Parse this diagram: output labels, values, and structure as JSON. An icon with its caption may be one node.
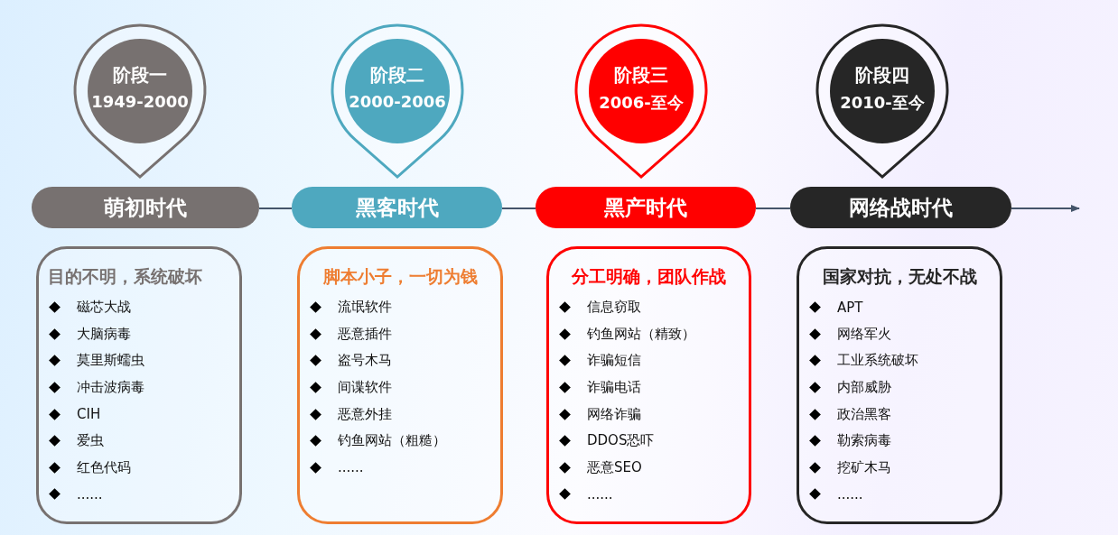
{
  "diagram": {
    "nodes": [
      {
        "text": [
          "阶段一",
          "1949-2000"
        ]
      },
      {
        "text": [
          "阶段二",
          "2000-2006"
        ]
      },
      {
        "text": [
          "阶段三",
          "2006-至今"
        ]
      },
      {
        "text": [
          "阶段四",
          "2010-至今"
        ]
      },
      {
        "text": [
          "萌初时代"
        ]
      },
      {
        "text": [
          "黑客时代"
        ]
      },
      {
        "text": [
          "黑产时代"
        ]
      },
      {
        "text": [
          "网络战时代"
        ]
      },
      {
        "text": [
          "目的不明，系统破坏",
          "磁芯大战",
          "大脑病毒",
          "莫里斯蠕虫",
          "冲击波病毒",
          "CIH",
          "爱虫",
          "红色代码",
          "......"
        ]
      },
      {
        "text": [
          "脚本小子，一切为钱",
          "流氓软件",
          "恶意插件",
          "盗号木马",
          "间谍软件",
          "恶意外挂",
          "钓鱼网站（粗糙）",
          "......"
        ]
      },
      {
        "text": [
          "分工明确，团队作战",
          "信息窃取",
          "钓鱼网站（精致）",
          "诈骗短信",
          "诈骗电话",
          "网络诈骗",
          "DDOS恐吓",
          "恶意SEO",
          "......"
        ]
      },
      {
        "text": [
          "国家对抗，无处不战",
          "APT",
          "网络军火",
          "工业系统破坏",
          "内部威胁",
          "政治黑客",
          "勒索病毒",
          "挖矿木马",
          "......"
        ]
      }
    ],
    "edges": [
      {
        "from": 4,
        "to": 5,
        "arrow": "none"
      },
      {
        "from": 5,
        "to": 6,
        "arrow": "none"
      },
      {
        "from": 6,
        "to": 7,
        "arrow": "none"
      },
      {
        "from": 7,
        "to": null,
        "arrow": "to"
      }
    ]
  }
}
